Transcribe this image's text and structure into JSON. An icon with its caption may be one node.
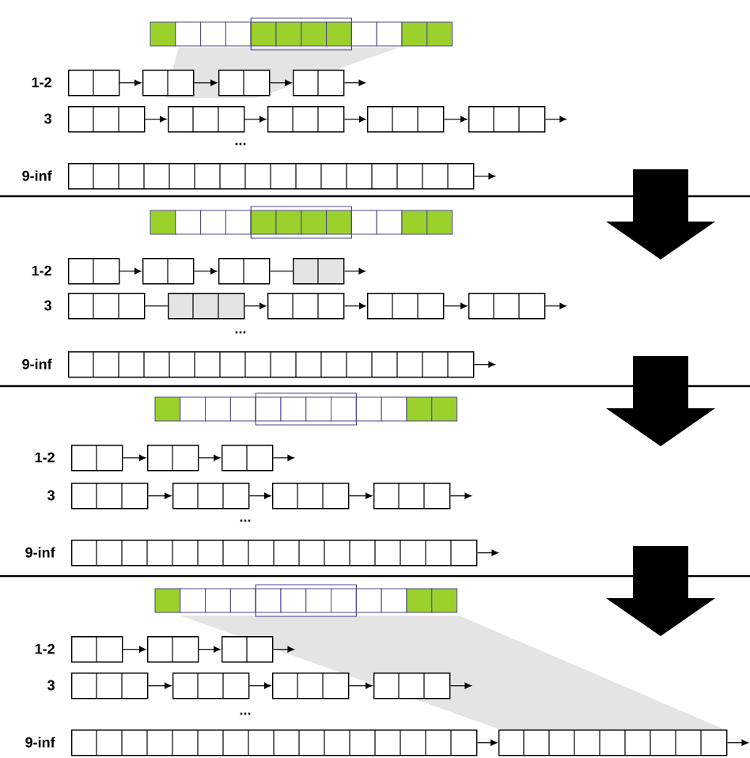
{
  "diagram": {
    "nodes": [
      {
        "text": [],
        "shape": "box"
      },
      {
        "text": [],
        "shape": "box"
      },
      {
        "text": [],
        "shape": "box"
      },
      {
        "text": [],
        "shape": "box"
      },
      {
        "text": [],
        "shape": "box"
      },
      {
        "text": [],
        "shape": "box"
      },
      {
        "text": [],
        "shape": "box"
      },
      {
        "text": [],
        "shape": "box"
      },
      {
        "text": [],
        "shape": "box"
      },
      {
        "text": [],
        "shape": "box"
      },
      {
        "text": [],
        "shape": "box"
      },
      {
        "text": [],
        "shape": "box"
      },
      {
        "text": [],
        "shape": "box"
      },
      {
        "text": [],
        "shape": "box"
      },
      {
        "text": [],
        "shape": "box"
      },
      {
        "text": [],
        "shape": "box"
      },
      {
        "text": [],
        "shape": "box"
      },
      {
        "text": [],
        "shape": "box"
      },
      {
        "text": [],
        "shape": "box"
      },
      {
        "text": [],
        "shape": "box"
      },
      {
        "text": [],
        "shape": "box"
      },
      {
        "text": [],
        "shape": "box"
      },
      {
        "text": [],
        "shape": "box"
      },
      {
        "text": [],
        "shape": "box"
      },
      {
        "text": [],
        "shape": "box"
      },
      {
        "text": [],
        "shape": "box"
      },
      {
        "text": [],
        "shape": "box"
      },
      {
        "text": [],
        "shape": "box"
      },
      {
        "text": [],
        "shape": "box"
      },
      {
        "text": [],
        "shape": "box"
      },
      {
        "text": [],
        "shape": "box"
      },
      {
        "text": [],
        "shape": "box"
      },
      {
        "text": [],
        "shape": "box"
      },
      {
        "text": [],
        "shape": "box"
      },
      {
        "text": [],
        "shape": "box"
      },
      {
        "text": [],
        "shape": "box"
      },
      {
        "text": [],
        "shape": "box"
      }
    ],
    "edges": [
      {
        "from": 0,
        "to": 1,
        "arrow": "to"
      },
      {
        "from": 1,
        "to": 2,
        "arrow": "to"
      },
      {
        "from": 2,
        "to": 3,
        "arrow": "to"
      },
      {
        "from": 3,
        "to": null,
        "arrow": "to"
      },
      {
        "from": 4,
        "to": 5,
        "arrow": "to"
      },
      {
        "from": 5,
        "to": 6,
        "arrow": "to"
      },
      {
        "from": 6,
        "to": 7,
        "arrow": "to"
      },
      {
        "from": 7,
        "to": 8,
        "arrow": "to"
      },
      {
        "from": 8,
        "to": null,
        "arrow": "to"
      },
      {
        "from": 9,
        "to": null,
        "arrow": "to"
      },
      {
        "from": 10,
        "to": 11,
        "arrow": "to"
      },
      {
        "from": 11,
        "to": 12,
        "arrow": "to"
      },
      {
        "from": 12,
        "to": 13,
        "arrow": "none"
      },
      {
        "from": 13,
        "to": null,
        "arrow": "to"
      },
      {
        "from": 14,
        "to": 15,
        "arrow": "none"
      },
      {
        "from": 15,
        "to": 16,
        "arrow": "to"
      },
      {
        "from": 16,
        "to": 17,
        "arrow": "to"
      },
      {
        "from": 17,
        "to": 18,
        "arrow": "to"
      },
      {
        "from": 18,
        "to": null,
        "arrow": "to"
      },
      {
        "from": 19,
        "to": null,
        "arrow": "to"
      },
      {
        "from": 20,
        "to": 21,
        "arrow": "to"
      },
      {
        "from": 21,
        "to": 22,
        "arrow": "to"
      },
      {
        "from": 22,
        "to": null,
        "arrow": "to"
      },
      {
        "from": 23,
        "to": 24,
        "arrow": "to"
      },
      {
        "from": 24,
        "to": 25,
        "arrow": "to"
      },
      {
        "from": 25,
        "to": 26,
        "arrow": "to"
      },
      {
        "from": 26,
        "to": null,
        "arrow": "to"
      },
      {
        "from": 27,
        "to": null,
        "arrow": "to"
      },
      {
        "from": 28,
        "to": 29,
        "arrow": "to"
      },
      {
        "from": 29,
        "to": 30,
        "arrow": "to"
      },
      {
        "from": 30,
        "to": null,
        "arrow": "to"
      },
      {
        "from": 31,
        "to": 32,
        "arrow": "to"
      },
      {
        "from": 32,
        "to": 33,
        "arrow": "to"
      },
      {
        "from": 33,
        "to": 34,
        "arrow": "to"
      },
      {
        "from": 34,
        "to": null,
        "arrow": "to"
      },
      {
        "from": 35,
        "to": 36,
        "arrow": "to"
      },
      {
        "from": 36,
        "to": null,
        "arrow": "to"
      }
    ],
    "labels": [
      "1-2",
      "3",
      "...",
      "9-inf",
      "1-2",
      "3",
      "...",
      "9-inf",
      "1-2",
      "3",
      "...",
      "9-inf",
      "1-2",
      "3",
      "...",
      "9-inf"
    ]
  }
}
